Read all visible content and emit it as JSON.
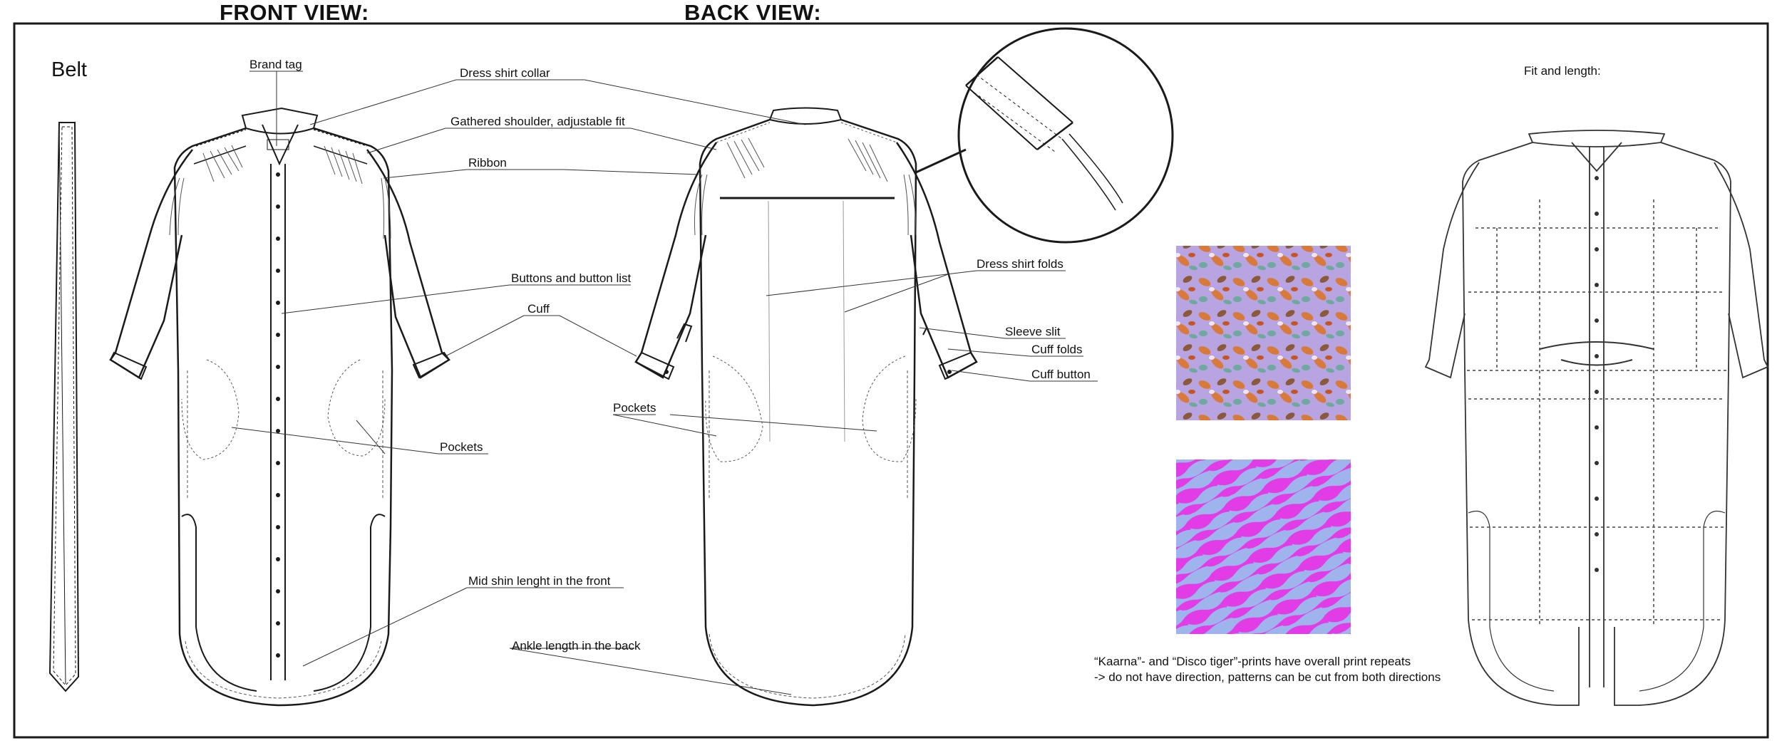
{
  "titles": {
    "front_view": "FRONT VIEW:",
    "back_view": "BACK VIEW:",
    "belt": "Belt",
    "fit_and_length": "Fit and length:"
  },
  "labels": {
    "brand_tag": "Brand tag",
    "dress_shirt_collar": "Dress shirt collar",
    "gathered_shoulder": "Gathered shoulder, adjustable fit",
    "ribbon": "Ribbon",
    "buttons_and_button_list": "Buttons and button list",
    "cuff": "Cuff",
    "pockets_front": "Pockets",
    "mid_shin": "Mid shin lenght in the front",
    "ankle_length": "Ankle length in the back",
    "dress_shirt_folds": "Dress shirt folds",
    "sleeve_slit": "Sleeve slit",
    "cuff_folds": "Cuff folds",
    "cuff_button": "Cuff button",
    "pockets_back": "Pockets"
  },
  "note": {
    "line1": "“Kaarna”- and “Disco tiger”-prints have overall print repeats",
    "line2": "-> do not have direction, patterns can be cut from both directions"
  },
  "colors": {
    "line": "#1a1a1a",
    "disco_tiger_magenta": "#e23ce6",
    "disco_tiger_blue": "#9fb4ec",
    "kaarna_orange": "#d97a3a",
    "kaarna_lilac": "#b8a4e0",
    "kaarna_teal": "#6fa8a0"
  }
}
